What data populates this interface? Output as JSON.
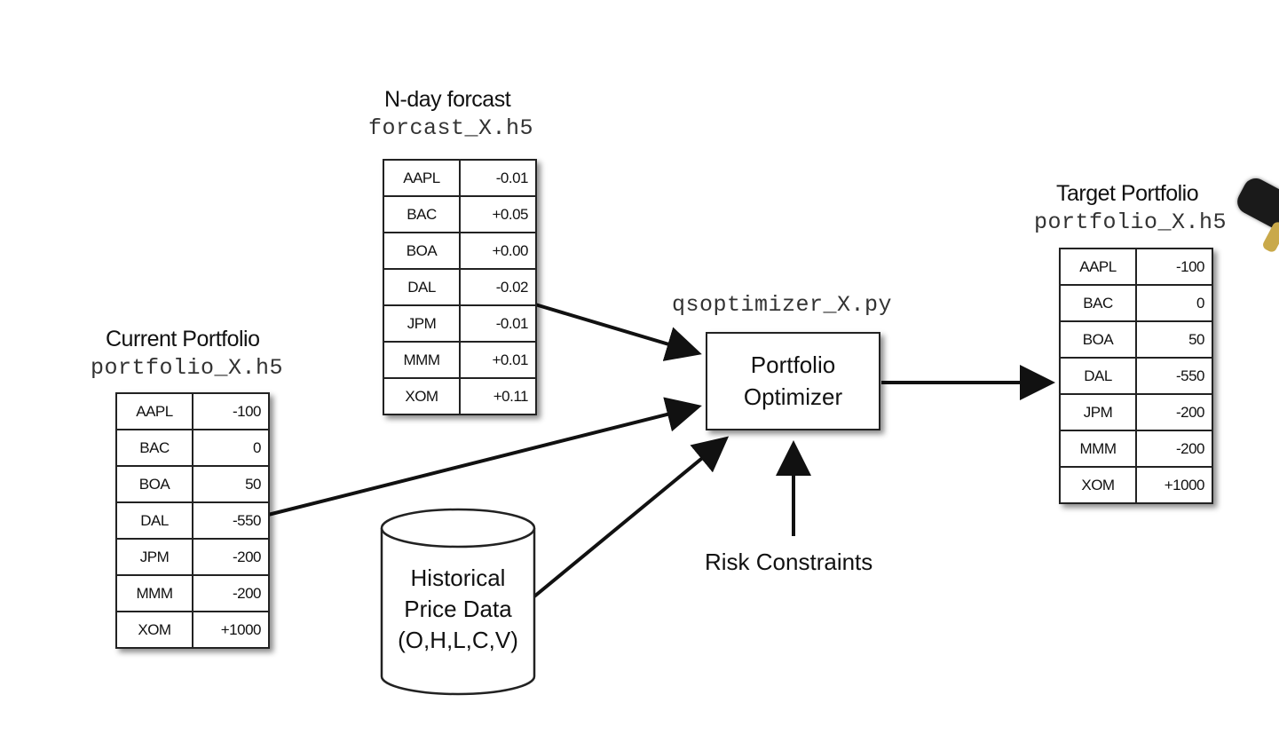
{
  "forecast": {
    "title": "N-day forcast",
    "file": "forcast_X.h5",
    "rows": [
      {
        "symbol": "AAPL",
        "value": "-0.01"
      },
      {
        "symbol": "BAC",
        "value": "+0.05"
      },
      {
        "symbol": "BOA",
        "value": "+0.00"
      },
      {
        "symbol": "DAL",
        "value": "-0.02"
      },
      {
        "symbol": "JPM",
        "value": "-0.01"
      },
      {
        "symbol": "MMM",
        "value": "+0.01"
      },
      {
        "symbol": "XOM",
        "value": "+0.11"
      }
    ]
  },
  "current": {
    "title": "Current Portfolio",
    "file": "portfolio_X.h5",
    "rows": [
      {
        "symbol": "AAPL",
        "value": "-100"
      },
      {
        "symbol": "BAC",
        "value": "0"
      },
      {
        "symbol": "BOA",
        "value": "50"
      },
      {
        "symbol": "DAL",
        "value": "-550"
      },
      {
        "symbol": "JPM",
        "value": "-200"
      },
      {
        "symbol": "MMM",
        "value": "-200"
      },
      {
        "symbol": "XOM",
        "value": "+1000"
      }
    ]
  },
  "target": {
    "title": "Target Portfolio",
    "file": "portfolio_X.h5",
    "rows": [
      {
        "symbol": "AAPL",
        "value": "-100"
      },
      {
        "symbol": "BAC",
        "value": "0"
      },
      {
        "symbol": "BOA",
        "value": "50"
      },
      {
        "symbol": "DAL",
        "value": "-550"
      },
      {
        "symbol": "JPM",
        "value": "-200"
      },
      {
        "symbol": "MMM",
        "value": "-200"
      },
      {
        "symbol": "XOM",
        "value": "+1000"
      }
    ]
  },
  "optimizer": {
    "script": "qsoptimizer_X.py",
    "label": "Portfolio Optimizer"
  },
  "historical": {
    "label": "Historical Price Data (O,H,L,C,V)"
  },
  "risk": {
    "label": "Risk Constraints"
  }
}
